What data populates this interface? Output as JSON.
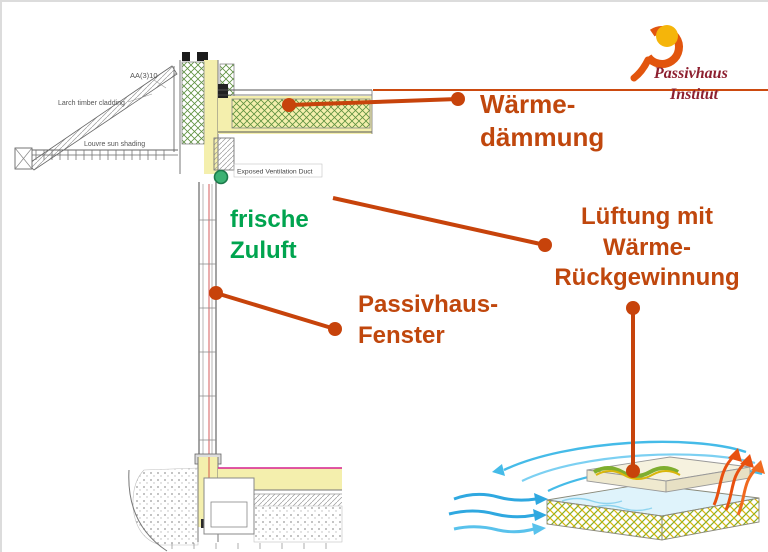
{
  "logo": {
    "line1": "Passivhaus",
    "line2": "Institut"
  },
  "callouts": {
    "insulation": {
      "line1": "Wärme-",
      "line2": "dämmung"
    },
    "fresh_air": {
      "line1": "frische",
      "line2": "Zuluft"
    },
    "window": {
      "line1": "Passivhaus-",
      "line2": "Fenster"
    },
    "ventilation": {
      "line1": "Lüftung mit",
      "line2": "Wärme-",
      "line3": "Rückgewinnung"
    }
  },
  "drawing": {
    "detail_code": "AA(3)10",
    "larch_label": "Larch timber cladding",
    "louvre_label": "Louvre sun shading",
    "duct_label": "Exposed Ventilation Duct"
  },
  "colors": {
    "accent_orange": "#c0470d",
    "callout_line": "#c7430b",
    "fresh_air_green": "#00a44f",
    "logo_red": "#8d2030",
    "insulation_yellow": "#f4efad",
    "cool_air_blue": "#35b4e5",
    "warm_air_red": "#e8500f",
    "inlet_dot_green": "#3bb273"
  }
}
